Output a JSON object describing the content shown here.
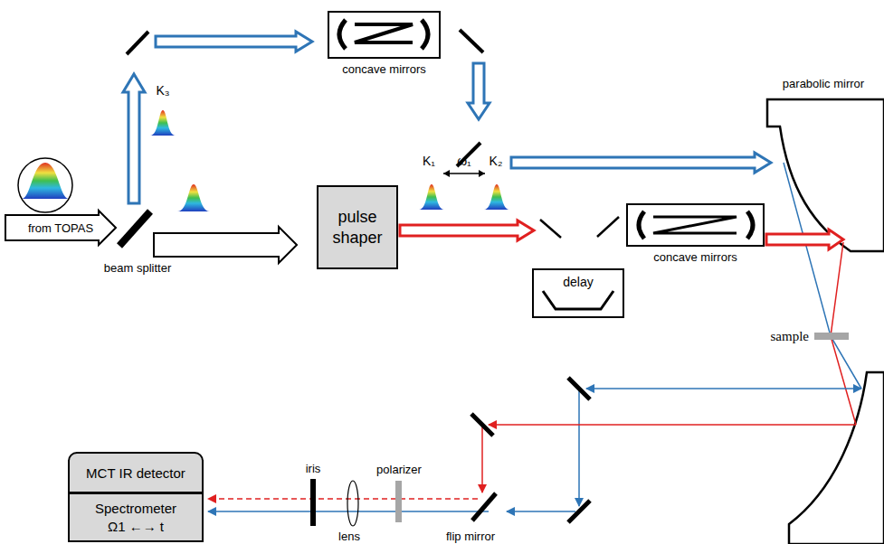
{
  "diagram": {
    "nodes": [
      {
        "text": [
          "from TOPAS"
        ]
      },
      {
        "text": [
          "concave mirrors"
        ]
      },
      {
        "text": [
          "pulse shaper"
        ]
      },
      {
        "text": [
          "delay"
        ]
      },
      {
        "text": [
          "concave mirrors"
        ]
      },
      {
        "text": [
          "MCT IR detector"
        ]
      },
      {
        "text": [
          "Spectrometer",
          "Ω1 ←→ t"
        ]
      }
    ],
    "labels": [
      "beam splitter",
      "K₃",
      "K₁",
      "ω₁",
      "K₂",
      "parabolic mirror",
      "sample",
      "flip mirror",
      "polarizer",
      "iris",
      "lens"
    ]
  }
}
